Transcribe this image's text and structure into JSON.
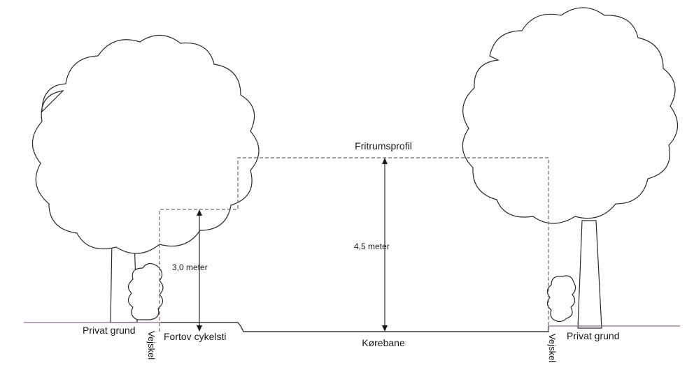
{
  "labels": {
    "fritrumsprofil": "Fritrumsprofil",
    "height_carriageway": "4,5 meter",
    "height_sidewalk": "3,0 meter",
    "privat_grund_left": "Privat grund",
    "privat_grund_right": "Privat grund",
    "fortov_cykelsti": "Fortov cykelsti",
    "korebane": "Kørebane",
    "vejskel_left": "Vejskel",
    "vejskel_right": "Vejskel"
  }
}
